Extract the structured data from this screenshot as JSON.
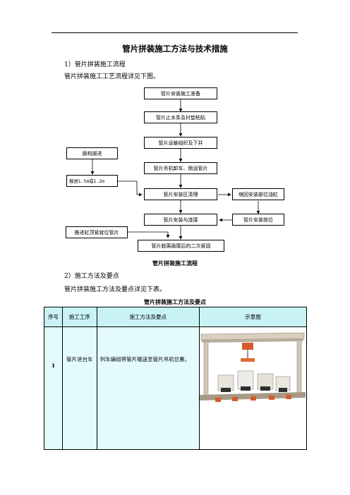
{
  "document": {
    "title": "管片拼装施工方法与技术措施",
    "section1_heading": "1）管片拼装施工流程",
    "section1_text": "管片拼装施工工艺流程详见下图。",
    "figure_caption": "管片拼装施工流程",
    "section2_heading": "2）施工方法及要点",
    "section2_text": "管片拼装施工方法及要点详见下表。",
    "table_caption": "管片拼装施工方法及要点"
  },
  "flowchart": {
    "prep": "管片安装施工准备",
    "waterproof": "管片止水条及衬垫粘贴",
    "transport": "管片运输组织及下井",
    "shield_advance": "盾构掘进",
    "unload": "管片吊机卸车、倒运管片",
    "advance_distance": "掘进1.5m或1.2m",
    "clean": "管片安装区清理",
    "retract": "缩回安装部位油缸",
    "assemble": "管片安装与连接",
    "position": "管片安装就位",
    "push_cylinder": "推进缸顶紧就位管片",
    "grouting": "管片脱离盾尾后的二次紧固"
  },
  "table": {
    "headers": [
      "序号",
      "施工工序",
      "施工方法及要点",
      "示意图"
    ],
    "rows": [
      {
        "no": "1",
        "step": "管片进台车",
        "desc": "列车编组将管片输送至管片吊机位置。"
      }
    ]
  }
}
